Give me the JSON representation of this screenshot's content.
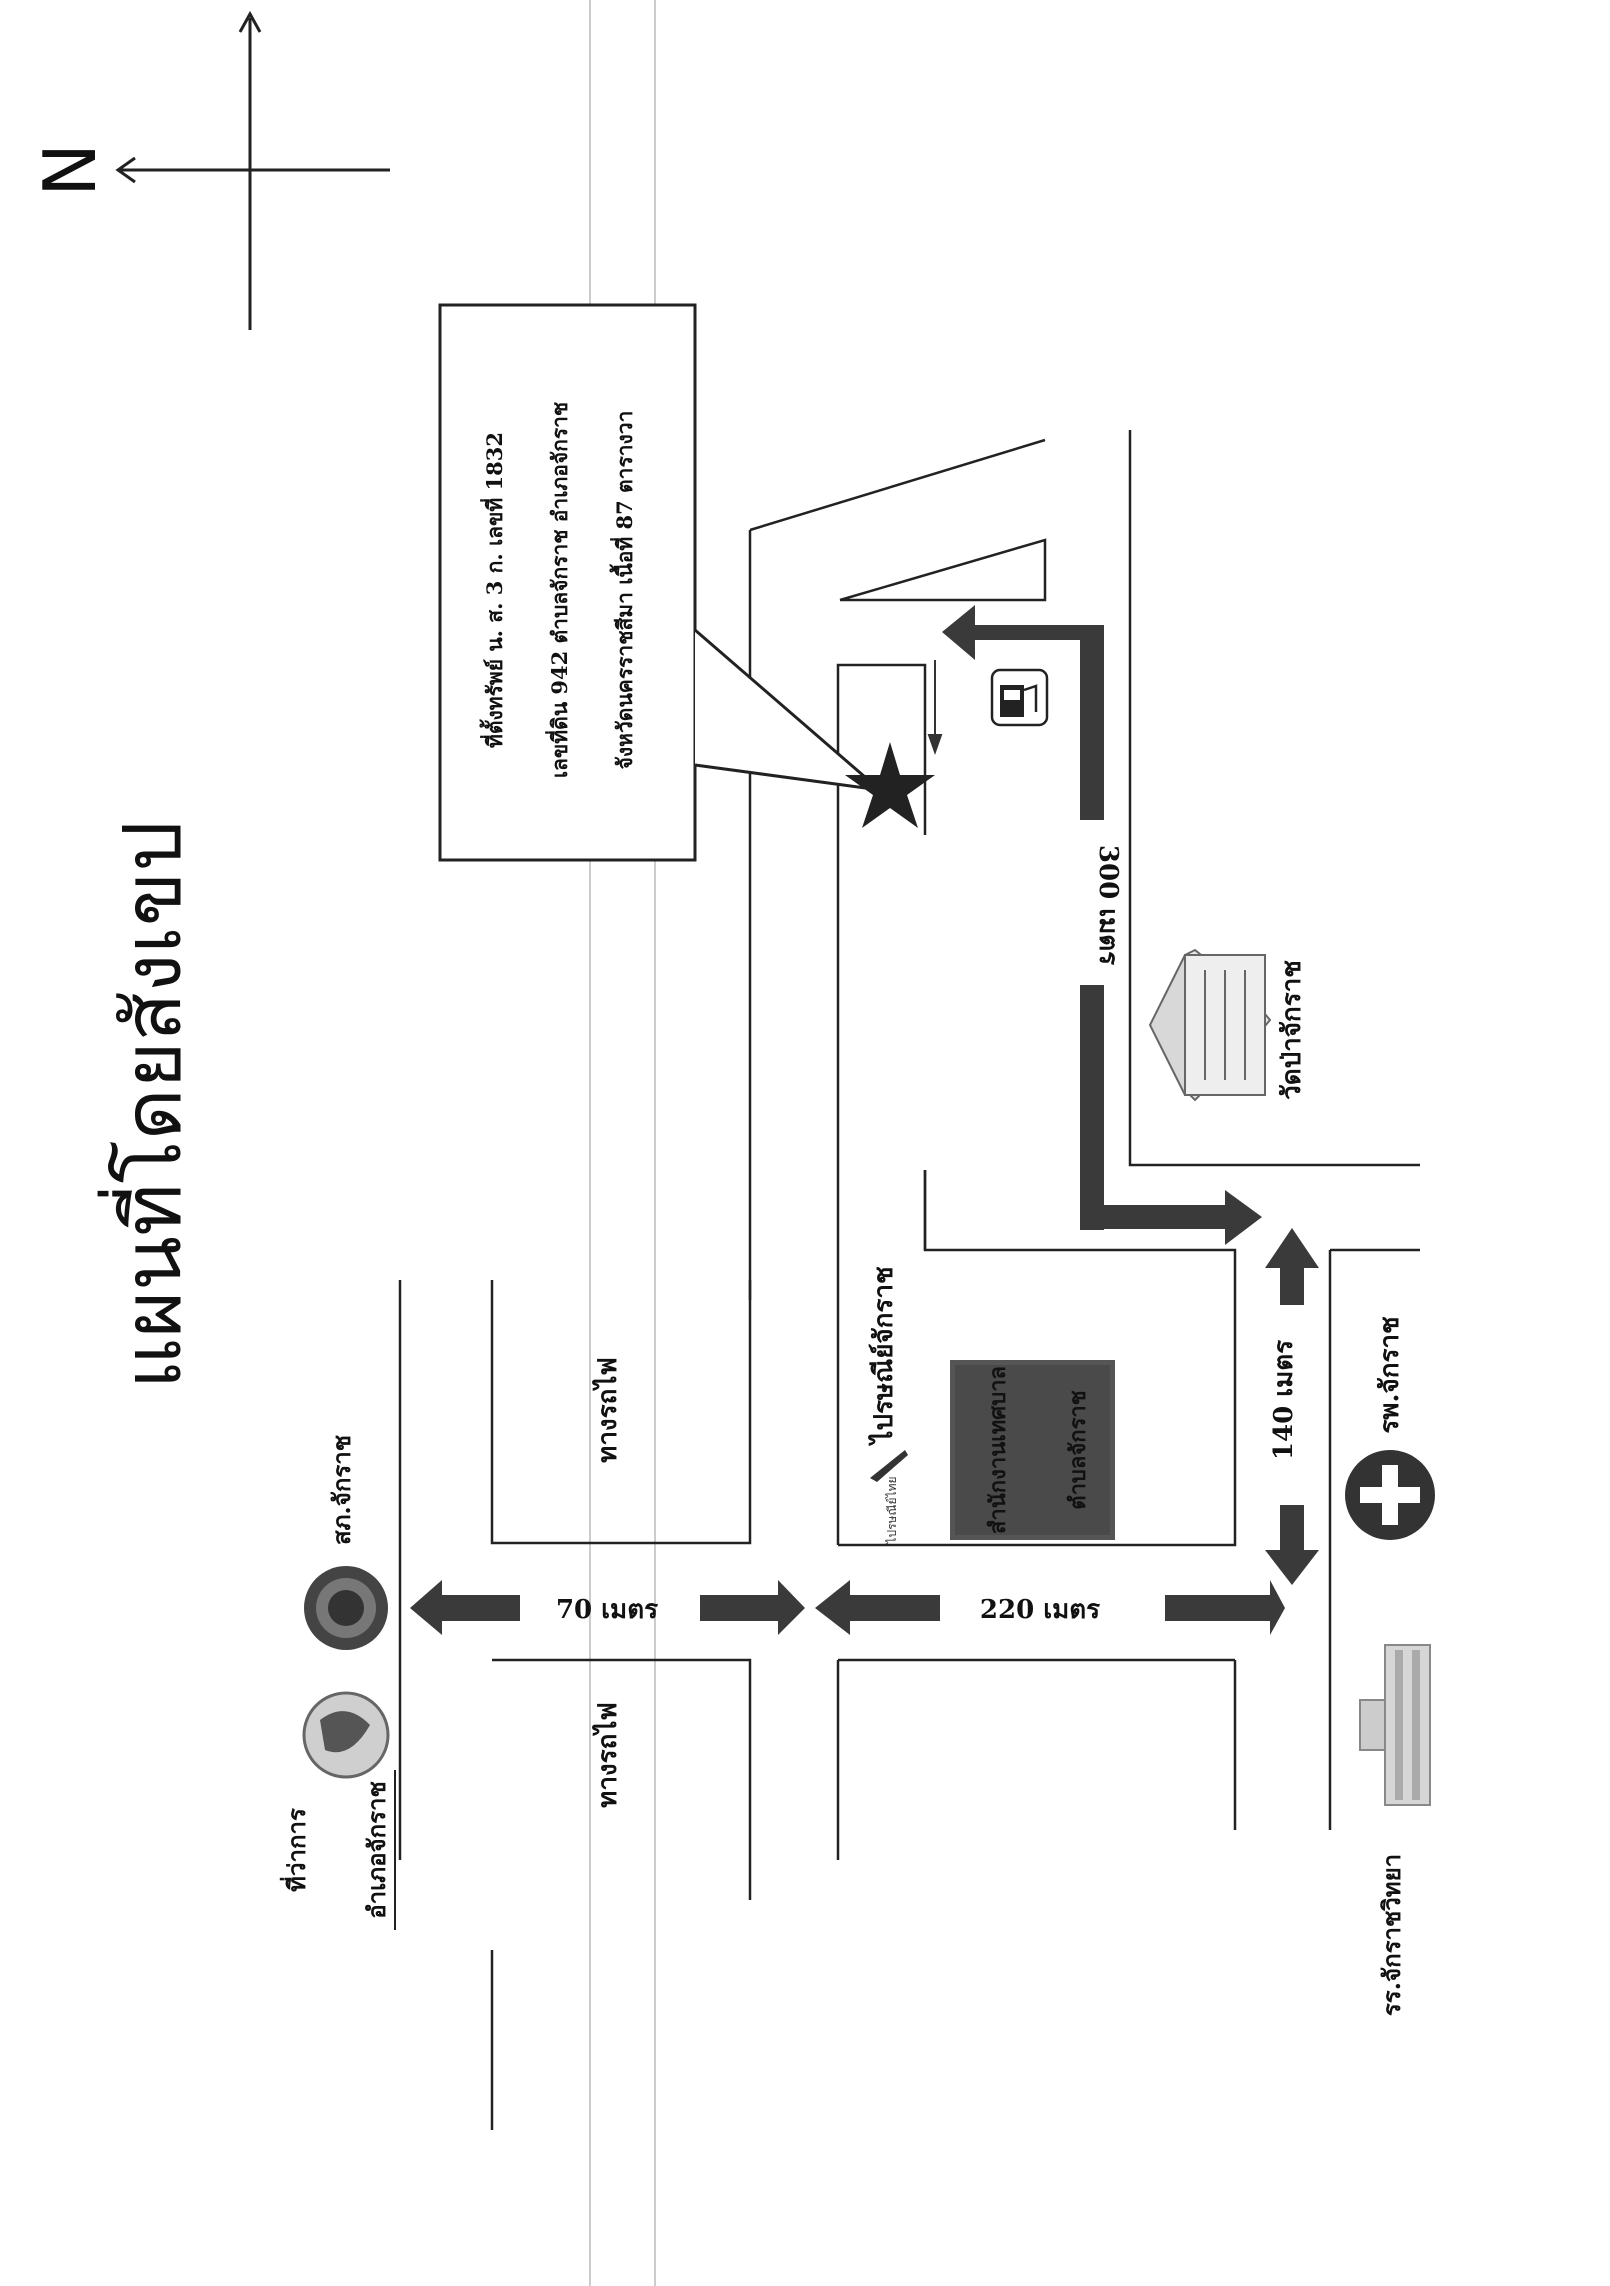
{
  "title": "แผนที่โดยสังเขป",
  "compass": {
    "north_letter": "N"
  },
  "callout": {
    "line1": "ที่ตั้งทรัพย์ น. ส. 3 ก. เลขที่ 1832",
    "line2": "เลขที่ดิน 942 ตำบลจักราช อำเภอจักราช",
    "line3": "จังหวัดนครราชสีมา เนื้อที่ 87 ตารางวา"
  },
  "distances": {
    "d300": "300 เมตร",
    "d140": "140 เมตร",
    "d220": "220 เมตร",
    "d70": "70 เมตร"
  },
  "landmarks": {
    "wat": "วัดป่าจักราช",
    "hospital": "รพ.จักราช",
    "school": "รร.จักราชวิทยา",
    "post_office": "ไปรษณีย์จักราช",
    "post_logo": "ไปรษณีย์ไทย",
    "subdistrict_office_1": "สำนักงานเทศบาล",
    "subdistrict_office_2": "ตำบลจักราช",
    "railway_1": "ทางรถไฟ",
    "railway_2": "ทางรถไฟ",
    "police": "สภ.จักราช",
    "district_office_1": "ที่ว่าการ",
    "district_office_2": "อำเภอจักราช"
  },
  "colors": {
    "arrow": "#3a3a3a",
    "line": "#222222",
    "building": "#4a4a4a"
  },
  "icons": [
    "star-icon",
    "gas-station-icon",
    "temple-icon",
    "hospital-cross-icon",
    "school-icon",
    "police-seal-icon",
    "district-seal-icon",
    "post-logo-icon"
  ]
}
